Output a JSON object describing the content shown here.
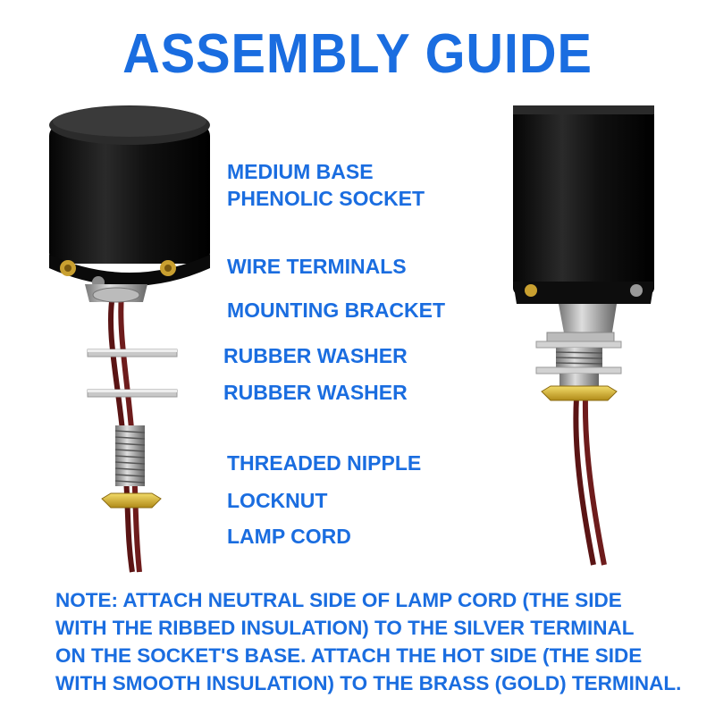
{
  "title": "ASSEMBLY GUIDE",
  "labels": {
    "medium_base_line1": "MEDIUM BASE",
    "medium_base_line2": "PHENOLIC SOCKET",
    "wire_terminals": "WIRE TERMINALS",
    "mounting_bracket": "MOUNTING BRACKET",
    "rubber_washer_1": "RUBBER WASHER",
    "rubber_washer_2": "RUBBER WASHER",
    "threaded_nipple": "THREADED NIPPLE",
    "locknut": "LOCKNUT",
    "lamp_cord": "LAMP CORD"
  },
  "note_lines": [
    "NOTE: ATTACH NEUTRAL SIDE OF LAMP CORD (THE SIDE",
    "WITH THE RIBBED INSULATION) TO THE SILVER TERMINAL",
    "ON THE SOCKET'S BASE. ATTACH THE HOT SIDE (THE SIDE",
    "WITH SMOOTH INSULATION) TO THE BRASS (GOLD) TERMINAL."
  ],
  "colors": {
    "text_blue": "#1a6de0",
    "socket_black": "#141414",
    "cord_brown": "#5a1414",
    "brass": "#d8b430",
    "metal": "#b8b8b8"
  }
}
